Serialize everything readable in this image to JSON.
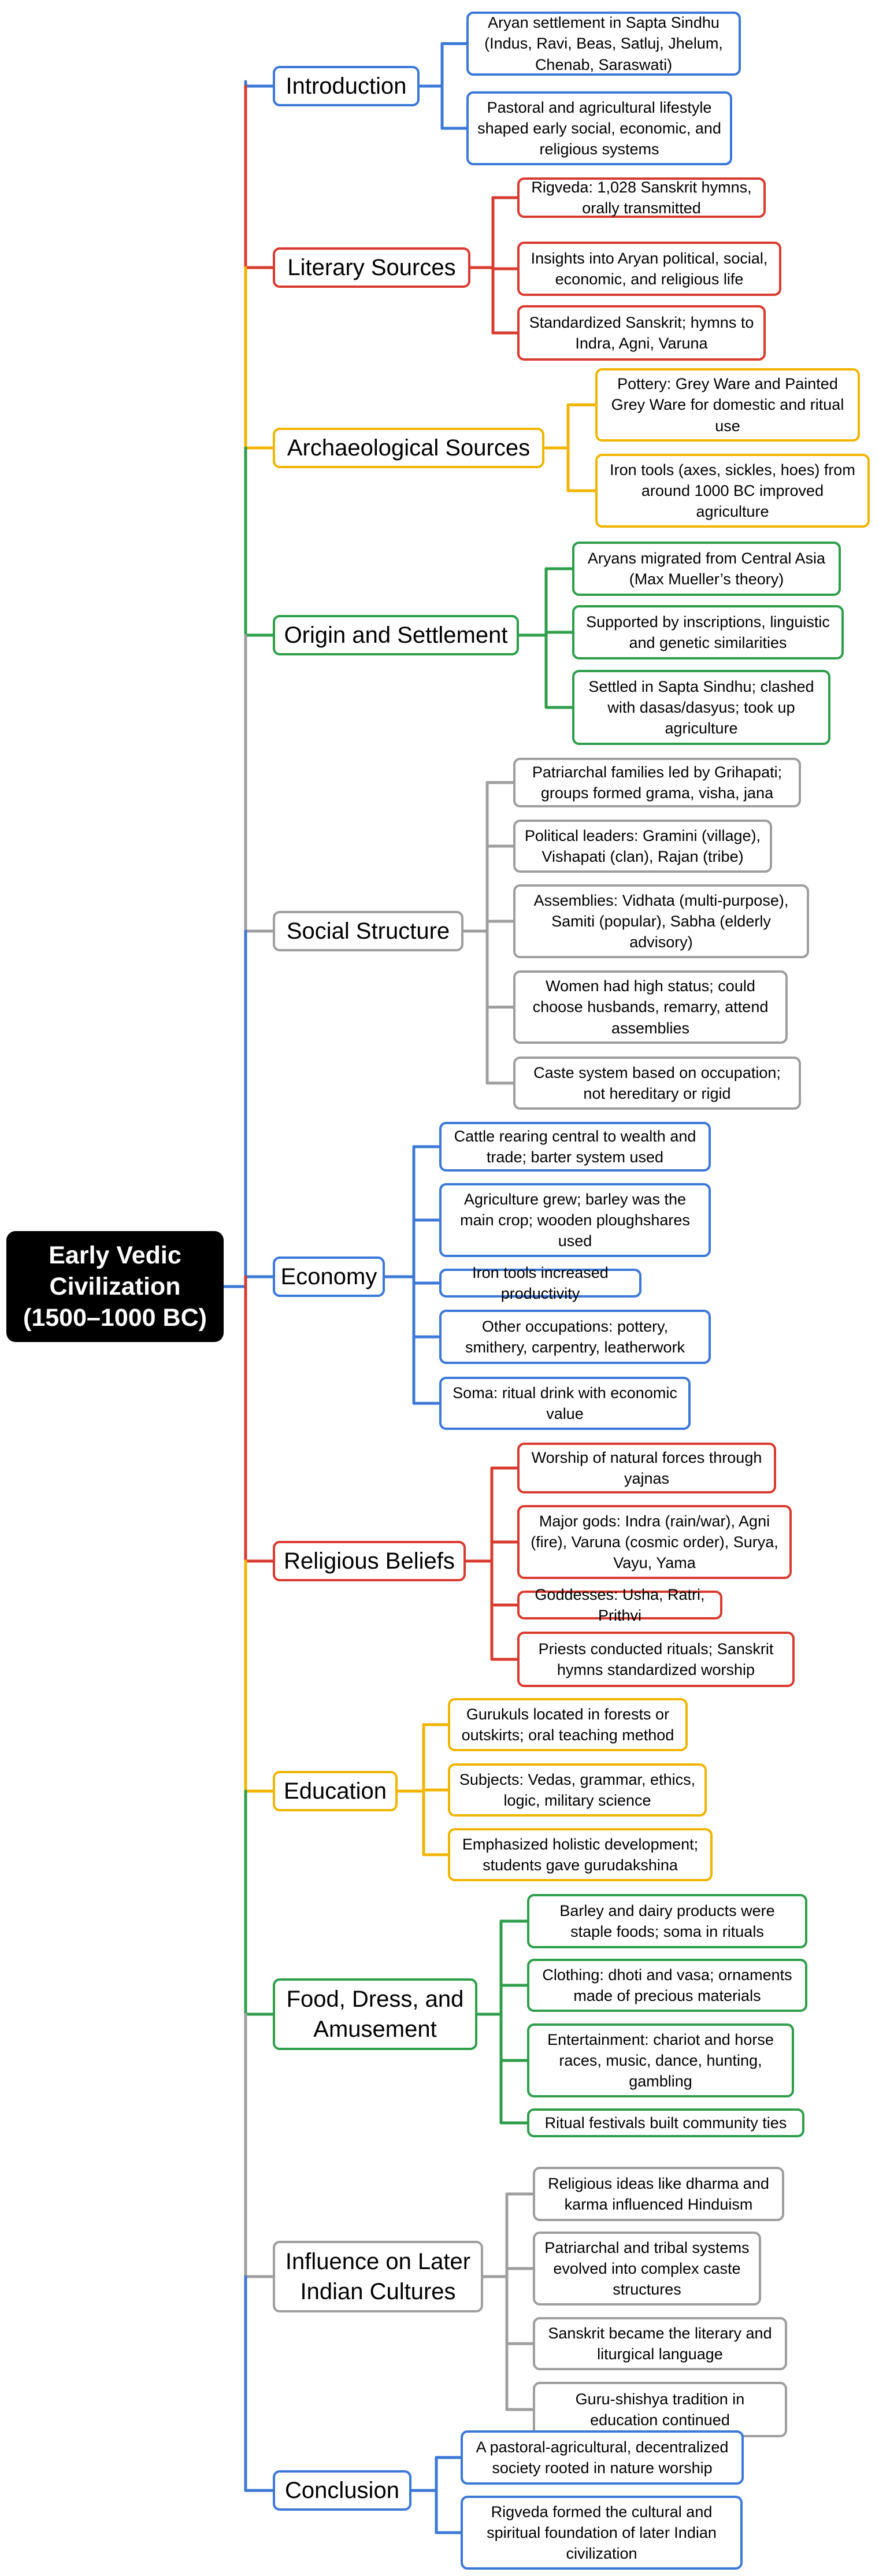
{
  "root": {
    "title": "Early Vedic Civilization (1500–1000 BC)"
  },
  "colors": {
    "blue": "#3b78d8",
    "red": "#d93a2f",
    "yellow": "#f1b400",
    "green": "#2e9e4a",
    "gray": "#9e9e9e"
  },
  "branches": [
    {
      "label": "Introduction",
      "color": "blue",
      "leaves": [
        "Aryan settlement in Sapta Sindhu (Indus, Ravi, Beas, Satluj, Jhelum, Chenab, Saraswati)",
        "Pastoral and agricultural lifestyle shaped early social, economic, and religious systems"
      ]
    },
    {
      "label": "Literary Sources",
      "color": "red",
      "leaves": [
        "Rigveda: 1,028 Sanskrit hymns, orally transmitted",
        "Insights into Aryan political, social, economic, and religious life",
        "Standardized Sanskrit; hymns to Indra, Agni, Varuna"
      ]
    },
    {
      "label": "Archaeological Sources",
      "color": "yellow",
      "leaves": [
        "Pottery: Grey Ware and Painted Grey Ware for domestic and ritual use",
        "Iron tools (axes, sickles, hoes) from around 1000 BC improved agriculture"
      ]
    },
    {
      "label": "Origin and Settlement",
      "color": "green",
      "leaves": [
        "Aryans migrated from Central Asia (Max Mueller’s theory)",
        "Supported by inscriptions, linguistic and genetic similarities",
        "Settled in Sapta Sindhu; clashed with dasas/dasyus; took up agriculture"
      ]
    },
    {
      "label": "Social Structure",
      "color": "gray",
      "leaves": [
        "Patriarchal families led by Grihapati; groups formed grama, visha, jana",
        "Political leaders: Gramini (village), Vishapati (clan), Rajan (tribe)",
        "Assemblies: Vidhata (multi-purpose), Samiti (popular), Sabha (elderly advisory)",
        "Women had high status; could choose husbands, remarry, attend assemblies",
        "Caste system based on occupation; not hereditary or rigid"
      ]
    },
    {
      "label": "Economy",
      "color": "blue",
      "leaves": [
        "Cattle rearing central to wealth and trade; barter system used",
        "Agriculture grew; barley was the main crop; wooden ploughshares used",
        "Iron tools increased productivity",
        "Other occupations: pottery, smithery, carpentry, leatherwork",
        "Soma: ritual drink with economic value"
      ]
    },
    {
      "label": "Religious Beliefs",
      "color": "red",
      "leaves": [
        "Worship of natural forces through yajnas",
        "Major gods: Indra (rain/war), Agni (fire), Varuna (cosmic order), Surya, Vayu, Yama",
        "Goddesses: Usha, Ratri, Prithvi",
        "Priests conducted rituals; Sanskrit hymns standardized worship"
      ]
    },
    {
      "label": "Education",
      "color": "yellow",
      "leaves": [
        "Gurukuls located in forests or outskirts; oral teaching method",
        "Subjects: Vedas, grammar, ethics, logic, military science",
        "Emphasized holistic development; students gave gurudakshina"
      ]
    },
    {
      "label": "Food, Dress, and Amusement",
      "color": "green",
      "leaves": [
        "Barley and dairy products were staple foods; soma in rituals",
        "Clothing: dhoti and vasa; ornaments made of precious materials",
        "Entertainment: chariot and horse races, music, dance, hunting, gambling",
        "Ritual festivals built community ties"
      ]
    },
    {
      "label": "Influence on Later Indian Cultures",
      "color": "gray",
      "leaves": [
        "Religious ideas like dharma and karma influenced Hinduism",
        "Patriarchal and tribal systems evolved into complex caste structures",
        "Sanskrit became the literary and liturgical language",
        "Guru-shishya tradition in education continued"
      ]
    },
    {
      "label": "Conclusion",
      "color": "blue",
      "leaves": [
        "A pastoral-agricultural, decentralized society rooted in nature worship",
        "Rigveda formed the cultural and spiritual foundation of later Indian civilization"
      ]
    }
  ]
}
